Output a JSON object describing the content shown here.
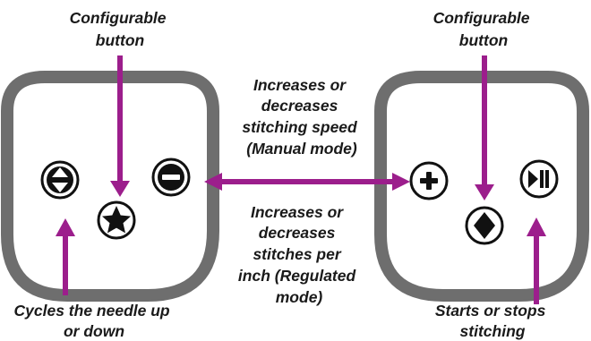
{
  "labels": {
    "left_configurable": [
      "Configurable",
      "button"
    ],
    "right_configurable": [
      "Configurable",
      "button"
    ],
    "speed": [
      "Increases or",
      "decreases",
      "stitching speed",
      "(Manual mode)"
    ],
    "stitches": [
      "Increases or",
      "decreases",
      "stitches per",
      "inch (Regulated",
      "mode)"
    ],
    "needle": [
      "Cycles the needle up",
      "or down"
    ],
    "start_stop": [
      "Starts or stops",
      "stitching"
    ]
  },
  "buttons": {
    "left": [
      "needle-up-down-icon",
      "star-icon",
      "minus-icon"
    ],
    "right": [
      "plus-icon",
      "diamond-icon",
      "play-pause-icon"
    ]
  },
  "colors": {
    "arrow": "#9c1e8c",
    "pod_outline": "#6e6e6e",
    "button_outline": "#111111"
  }
}
